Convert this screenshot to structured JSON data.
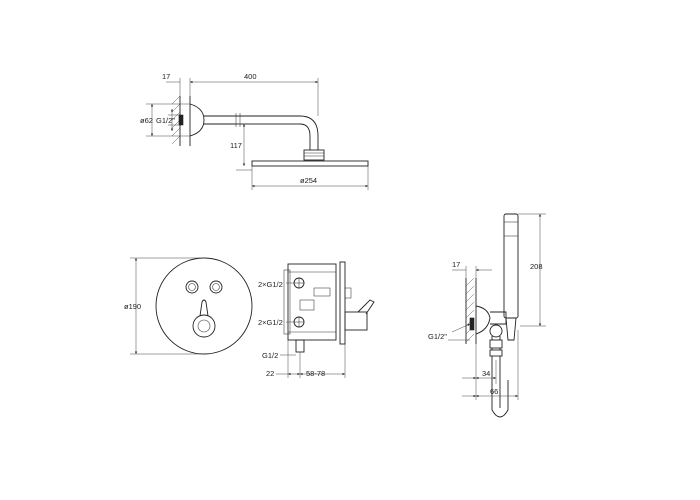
{
  "shower_arm": {
    "dim_wall_thickness": "17",
    "dim_arm_length": "400",
    "dim_flange": "ø62",
    "dim_thread": "G1/2\"",
    "dim_drop": "117",
    "dim_head_diameter": "ø254"
  },
  "mixer": {
    "dim_plate_diameter": "ø190",
    "dim_port_top": "2×G1/2",
    "dim_port_bottom": "2×G1/2",
    "dim_outlet": "G1/2",
    "dim_depth_plate": "22",
    "dim_depth_body": "58-78"
  },
  "hand_shower": {
    "dim_wall_thickness": "17",
    "dim_height": "208",
    "dim_thread": "G1/2\"",
    "dim_offset_holder": "34",
    "dim_offset_total": "66"
  },
  "colors": {
    "line": "#222222",
    "background": "#ffffff"
  }
}
